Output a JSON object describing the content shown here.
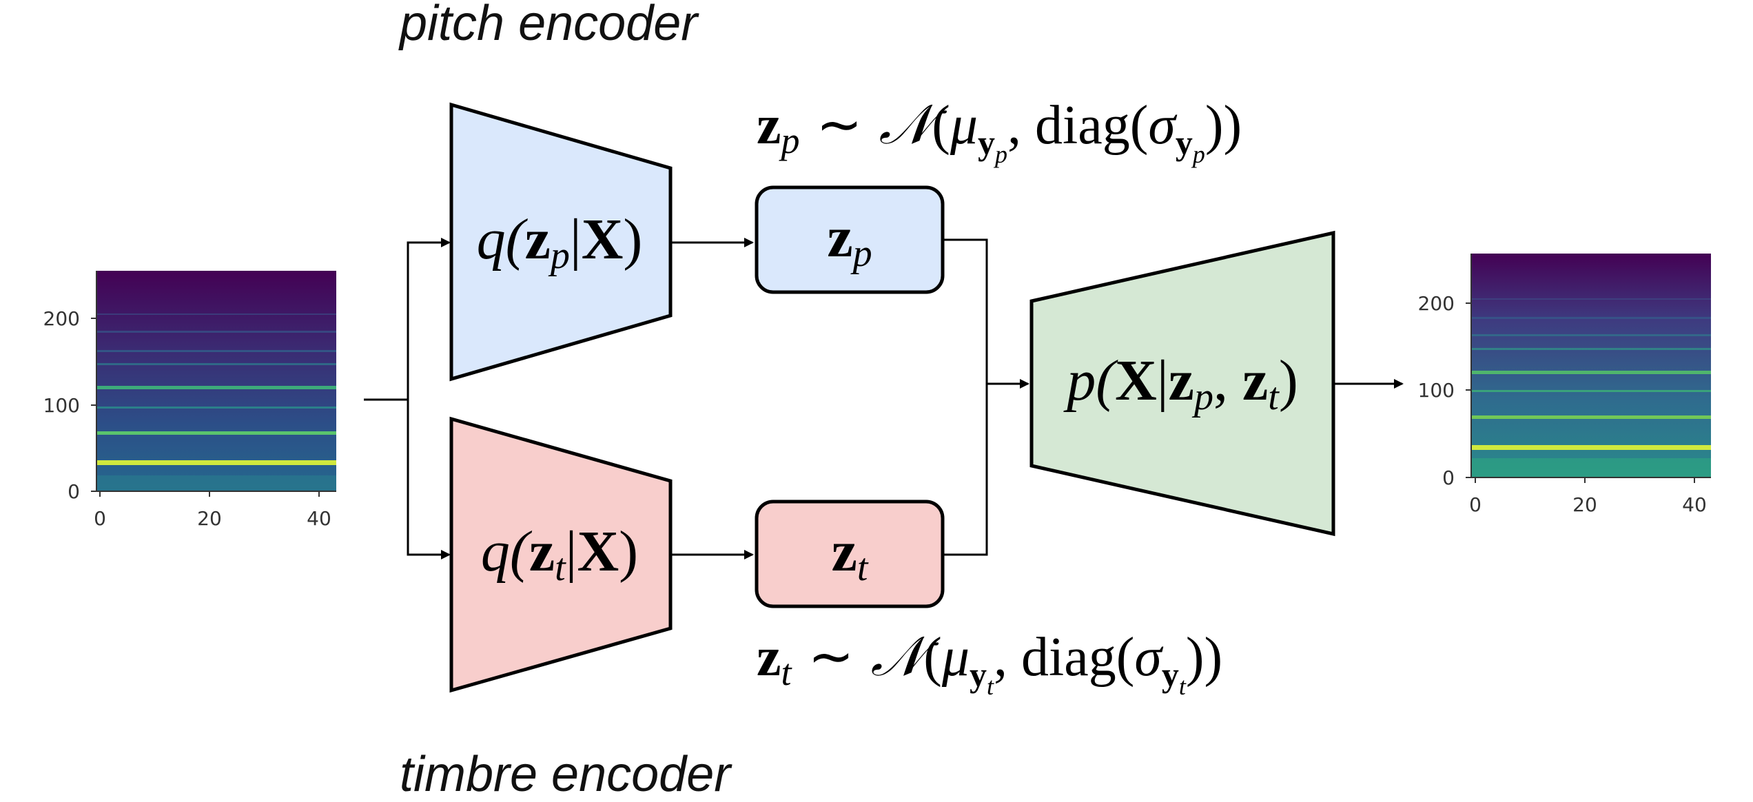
{
  "captions": {
    "pitch": "pitch encoder",
    "timbre": "timbre encoder"
  },
  "pitch_encoder": {
    "q": "q(",
    "z": "z",
    "sub": "p",
    "bar": "|",
    "x": "X",
    "close": ")"
  },
  "timbre_encoder": {
    "q": "q(",
    "z": "z",
    "sub": "t",
    "bar": "|",
    "x": "X",
    "close": ")"
  },
  "latent_p": {
    "z": "z",
    "sub": "p"
  },
  "latent_t": {
    "z": "z",
    "sub": "t"
  },
  "prior_p": {
    "z": "z",
    "sub": "p",
    "sim": "∼",
    "N": "𝒩",
    "open": "(",
    "mu": "μ",
    "y": "y",
    "ysub": "p",
    "diag": ", diag(",
    "sigma": "σ",
    "close": "))"
  },
  "prior_t": {
    "z": "z",
    "sub": "t",
    "sim": "∼",
    "N": "𝒩",
    "open": "(",
    "mu": "μ",
    "y": "y",
    "ysub": "t",
    "diag": ", diag(",
    "sigma": "σ",
    "close": "))"
  },
  "decoder": {
    "p": "p(",
    "x": "X",
    "bar": "|",
    "z1": "z",
    "sub1": "p",
    "comma": ", ",
    "z2": "z",
    "sub2": "t",
    "close": ")"
  },
  "input_spectrogram": {
    "y_ticks": [
      "200",
      "100",
      "0"
    ],
    "x_ticks": [
      "0",
      "20",
      "40"
    ]
  },
  "output_spectrogram": {
    "y_ticks": [
      "200",
      "100",
      "0"
    ],
    "x_ticks": [
      "0",
      "20",
      "40"
    ]
  },
  "colors": {
    "pitch_fill": "#dae8fc",
    "timbre_fill": "#f8cecc",
    "decoder_fill": "#d5e8d4",
    "spectrogram_bg": "#3b0f5a",
    "harmonic_bright": "#e6f542",
    "harmonic_mid": "#2fb47c"
  }
}
